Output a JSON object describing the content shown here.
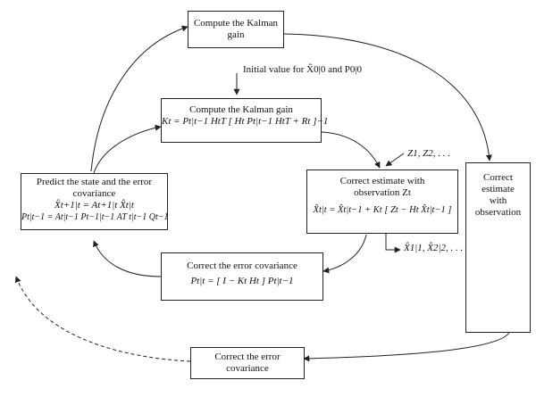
{
  "nodes": {
    "top_gain": {
      "title": "Compute the Kalman",
      "title2": "gain"
    },
    "initial": {
      "text": "Initial value for X̂0|0 and P0|0"
    },
    "gain": {
      "title": "Compute the Kalman gain",
      "formula": "Kt = Pt|t−1 HtT [ Ht Pt|t−1 HtT + Rt ]−1"
    },
    "predict": {
      "title": "Predict the state and the error",
      "title2": "covariance",
      "formula1": "X̂t+1|t = At+1|t X̂t|t",
      "formula2": "Pt|t−1 = At|t−1 Pt−1|t−1 AT t|t−1 Qt−1"
    },
    "correct_estimate": {
      "title": "Correct estimate with",
      "title2": "observation Zt",
      "formula": "X̂t|t = X̂t|t−1 + Kt [ Zt − Ht X̂t|t−1 ]"
    },
    "observations": {
      "text": "Z1, Z2, . . ."
    },
    "outputs": {
      "text": "X̂1|1, X̂2|2, . . ."
    },
    "correct_cov": {
      "title": "Correct the error covariance",
      "formula": "Pt|t = [ I − Kt Ht ] Pt|t−1"
    },
    "right_box": {
      "l1": "Correct",
      "l2": "estimate",
      "l3": "with",
      "l4": "observation"
    },
    "bottom_box": {
      "l1": "Correct the error",
      "l2": "covariance"
    }
  }
}
